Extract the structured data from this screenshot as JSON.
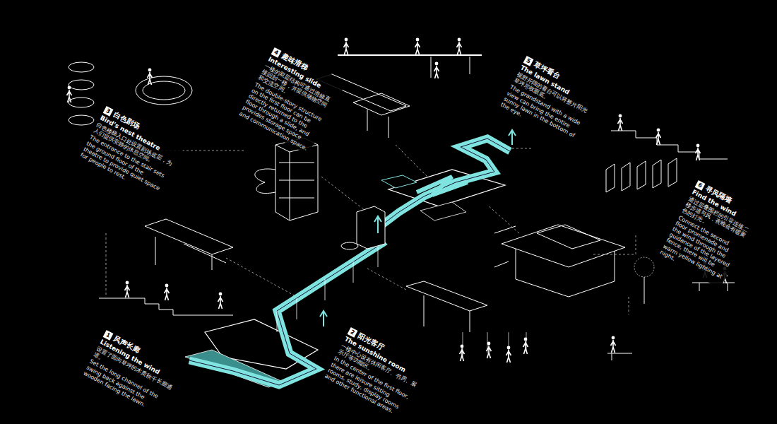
{
  "diagram": {
    "nodes": [
      {
        "text": [
          "4",
          "趣味滑梯",
          "Interesting slide",
          "一楼的双层结构可通过滑梯直接回到一楼，并提供储物空间和交流空间。",
          "The double-story structure on the first floor can be directly returned to the floor through a slide, and provides storage space and communication space."
        ]
      },
      {
        "text": [
          "5",
          "草坪看台",
          "The lawn stand",
          "视野开阔的看台可以将整片阳光草坪尽收眼底。",
          "The grandstand with a wide view can bring the entire sunny lawn in the bottom of the eye."
        ]
      },
      {
        "text": [
          "3",
          "白色剧场",
          "Bird's nest theatre",
          "白色楼梯入口处设置剧场底层，为人们提供安静的休息空间。",
          "The entrance to the stair sets the ground floor of the theatre to provide quiet space for people to rest."
        ]
      },
      {
        "text": [
          "6",
          "寻风隔墙",
          "Find the wind",
          "通过层叠围栏的引导连接二楼步道与风，夜晚会有暖黄色的灯光。",
          "Connect the second floor promenade and the wind through the guidance of the layered fence, there will be warm yellow lighting at night."
        ]
      },
      {
        "text": [
          "1",
          "风声长廊",
          "Listening the wind",
          "设置了面向草坪的木质秋千长廊通道。",
          "Set the long channel of the swing back against the wooden facing the lawn."
        ]
      },
      {
        "text": [
          "2",
          "阳光客厅",
          "The sunshine room",
          "一楼中心设有休闲客厅、书房、展示厅等功能区。",
          "In the center of the first floor, there are leisure sitting rooms, study, display rooms and other functional areas."
        ]
      }
    ]
  }
}
